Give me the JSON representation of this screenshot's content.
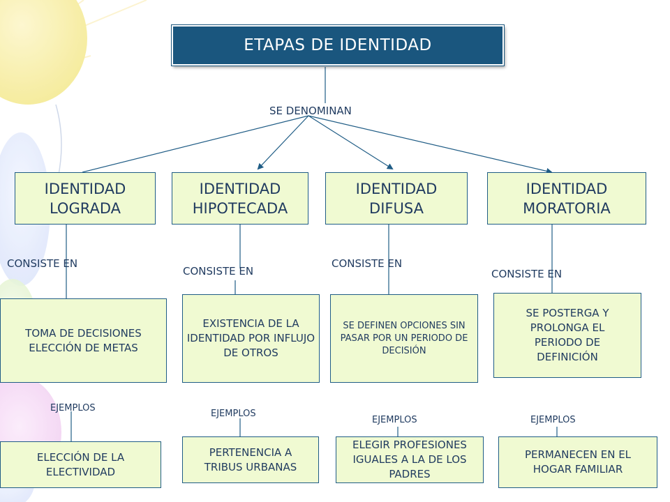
{
  "title": "ETAPAS DE IDENTIDAD",
  "connector_main": "SE DENOMINAN",
  "stages": [
    {
      "name": "IDENTIDAD LOGRADA",
      "connector": "CONSISTE EN",
      "description": "TOMA DE DECISIONES ELECCIÓN DE METAS",
      "examples_label": "EJEMPLOS",
      "example": "ELECCIÓN DE LA ELECTIVIDAD"
    },
    {
      "name": "IDENTIDAD HIPOTECADA",
      "connector": "CONSISTE EN",
      "description": "EXISTENCIA DE LA IDENTIDAD POR INFLUJO DE OTROS",
      "examples_label": "EJEMPLOS",
      "example": "PERTENENCIA A TRIBUS URBANAS"
    },
    {
      "name": "IDENTIDAD DIFUSA",
      "connector": "CONSISTE EN",
      "description": "SE DEFINEN OPCIONES SIN PASAR POR UN PERIODO DE DECISIÓN",
      "examples_label": "EJEMPLOS",
      "example": "ELEGIR PROFESIONES IGUALES A LA DE LOS PADRES"
    },
    {
      "name": "IDENTIDAD MORATORIA",
      "connector": "CONSISTE EN",
      "description": "SE POSTERGA Y PROLONGA EL PERIODO DE DEFINICIÓN",
      "examples_label": "EJEMPLOS",
      "example": "PERMANECEN EN EL HOGAR FAMILIAR"
    }
  ],
  "colors": {
    "title_bg": "#1a567e",
    "box_bg": "#f0fad2",
    "line": "#1f5c85",
    "text": "#1f3a5f"
  }
}
